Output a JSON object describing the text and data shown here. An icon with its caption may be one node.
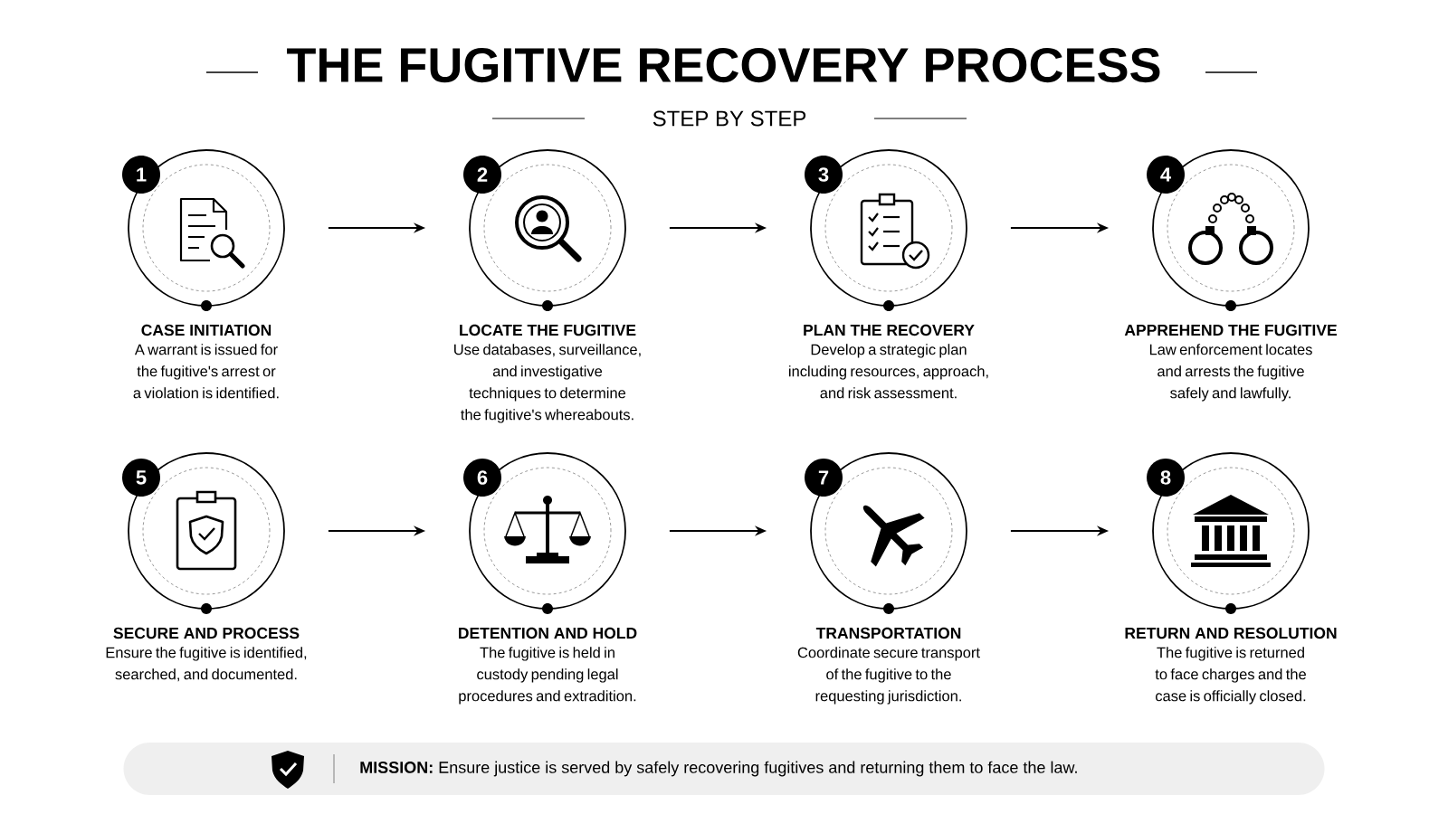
{
  "diagram": {
    "title": "THE FUGITIVE RECOVERY PROCESS",
    "nodes": [
      {
        "text": [
          "1",
          "CASE INITIATION",
          "A warrant is issued for the fugitive's arrest or a violation is identified."
        ]
      },
      {
        "text": [
          "2",
          "LOCATE THE FUGITIVE",
          "Use databases, surveillance, and investigative techniques to determine the fugitive's whereabouts."
        ]
      },
      {
        "text": [
          "3",
          "PLAN THE RECOVERY",
          "Develop a strategic plan including resources, approach, and risk assessment."
        ]
      },
      {
        "text": [
          "4",
          "APPREHEND THE FUGITIVE",
          "Law enforcement locates and arrests the fugitive safely and lawfully."
        ]
      },
      {
        "text": [
          "5",
          "SECURE AND PROCESS",
          "Ensure the fugitive is identified, searched, and documented."
        ]
      },
      {
        "text": [
          "6",
          "DETENTION AND HOLD",
          "The fugitive is held in custody pending legal procedures and extradition."
        ]
      },
      {
        "text": [
          "7",
          "TRANSPORTATION",
          "Coordinate secure transport of the fugitive to the requesting jurisdiction."
        ]
      },
      {
        "text": [
          "8",
          "RETURN AND RESOLUTION",
          "The fugitive is returned to face charges and the case is officially closed."
        ]
      },
      {
        "text": [
          "**MISSION:** Ensure justice is served by safely recovering fugitives and returning them to face the law."
        ]
      }
    ],
    "edges": [
      {
        "from": 0,
        "to": 1,
        "arrow": "to"
      },
      {
        "from": 1,
        "to": 2,
        "arrow": "to"
      },
      {
        "from": 2,
        "to": 3,
        "arrow": "to"
      },
      {
        "from": 4,
        "to": 5,
        "arrow": "to"
      },
      {
        "from": 5,
        "to": 6,
        "arrow": "to"
      },
      {
        "from": 6,
        "to": 7,
        "arrow": "to"
      }
    ],
    "labels": [
      "STEP BY STEP"
    ]
  }
}
